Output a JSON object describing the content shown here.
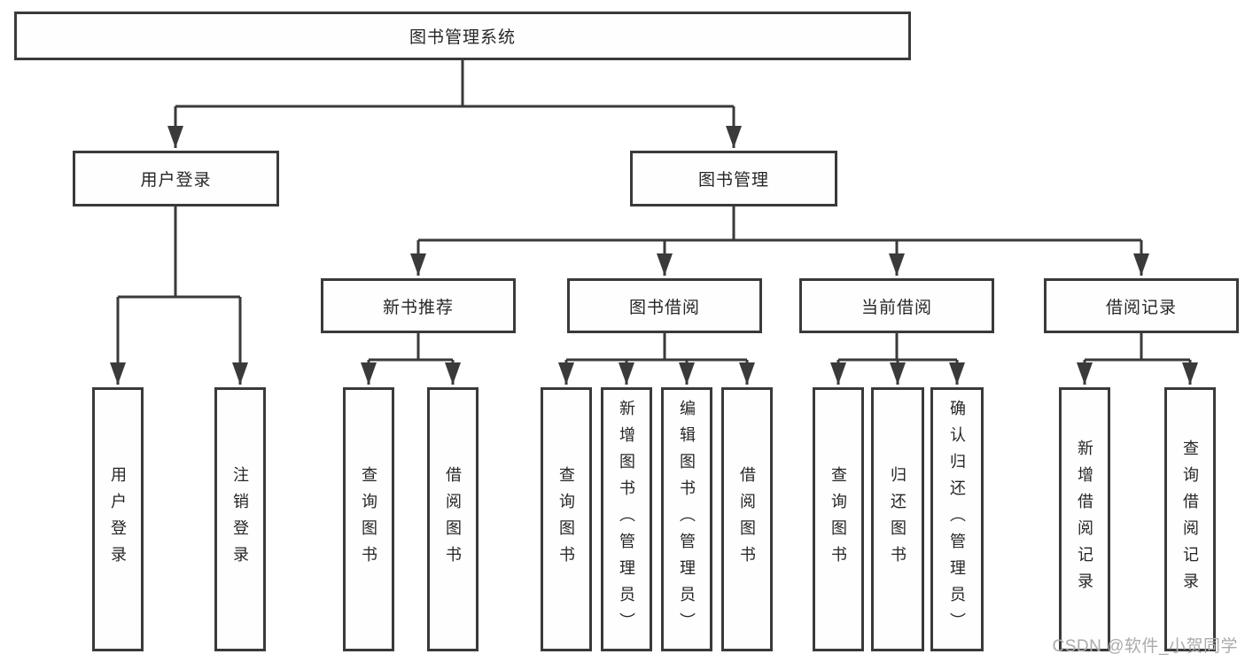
{
  "tree": {
    "root": {
      "label": "图书管理系统"
    },
    "branches": [
      {
        "label": "用户登录",
        "children": [
          "用户登录",
          "注销登录"
        ]
      },
      {
        "label": "图书管理",
        "sections": [
          {
            "label": "新书推荐",
            "children": [
              "查询图书",
              "借阅图书"
            ]
          },
          {
            "label": "图书借阅",
            "children": [
              "查询图书",
              "新增图书（管理员）",
              "编辑图书（管理员）",
              "借阅图书"
            ]
          },
          {
            "label": "当前借阅",
            "children": [
              "查询图书",
              "归还图书",
              "确认归还（管理员）"
            ]
          },
          {
            "label": "借阅记录",
            "children": [
              "新增借阅记录",
              "查询借阅记录"
            ]
          }
        ]
      }
    ]
  },
  "watermark": {
    "text": "CSDN @软件_小贺同学"
  },
  "colors": {
    "line": "#3a3a3a",
    "box_border": "#3a3a3a",
    "text": "#262626",
    "watermark": "#ababab",
    "background": "#ffffff"
  }
}
